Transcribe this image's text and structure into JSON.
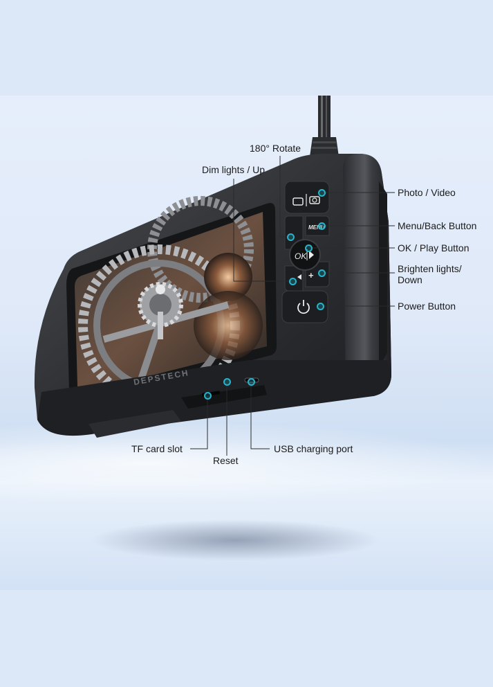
{
  "background": {
    "outer_color": "#dce7f7",
    "accent_color": "#27b3c9"
  },
  "device": {
    "brand_text": "DEPSTECH"
  },
  "callouts": {
    "rotate": "180° Rotate",
    "dim_lights_up": "Dim lights / Up",
    "photo_video": "Photo / Video",
    "menu_back": "Menu/Back Button",
    "ok_play": "OK / Play Button",
    "brighten_down_line1": "Brighten lights/",
    "brighten_down_line2": "Down",
    "power": "Power Button",
    "tf_card": "TF card slot",
    "reset": "Reset",
    "usb": "USB charging port"
  },
  "button_glyphs": {
    "ok": "OK",
    "menu": "MENU",
    "plus": "+"
  }
}
